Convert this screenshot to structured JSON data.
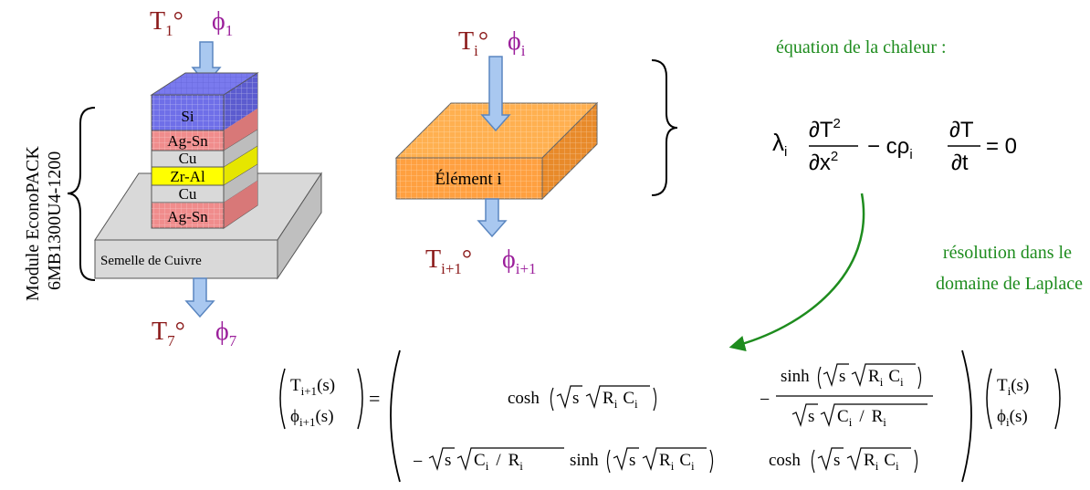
{
  "colors": {
    "temperature_label": "#8B1A1A",
    "flux_label": "#9B1F9B",
    "green_text": "#1E8C1E",
    "green_arrow": "#1E8C1E",
    "silicon": "#6F6FE8",
    "agsn": "#F08C8C",
    "copper_layer": "#D9D9D9",
    "zral": "#FFFF00",
    "baseplate": "#D9D9D9",
    "element": "#FFA040",
    "arrow_fill": "#A9C8F0",
    "arrow_stroke": "#5A86C0"
  },
  "stack": {
    "module_name_line1": "Module EconoPACK",
    "module_name_line2": "6MB1300U4-1200",
    "top_temperature": {
      "base": "T",
      "sub": "1",
      "suffix": "°"
    },
    "top_flux": {
      "base": "ϕ",
      "sub": "1"
    },
    "bottom_temperature": {
      "base": "T",
      "sub": "7",
      "suffix": "°"
    },
    "bottom_flux": {
      "base": "ϕ",
      "sub": "7"
    },
    "layers": [
      {
        "label": "Si",
        "material": "silicon"
      },
      {
        "label": "Ag-Sn",
        "material": "agsn"
      },
      {
        "label": "Cu",
        "material": "copper_layer"
      },
      {
        "label": "Zr-Al",
        "material": "zral"
      },
      {
        "label": "Cu",
        "material": "copper_layer"
      },
      {
        "label": "Ag-Sn",
        "material": "agsn"
      }
    ],
    "baseplate_label": "Semelle de Cuivre"
  },
  "element": {
    "label": "Élément i",
    "top_temperature": {
      "base": "T",
      "sub": "i",
      "suffix": "°"
    },
    "top_flux": {
      "base": "ϕ",
      "sub": "i"
    },
    "bottom_temperature": {
      "base": "T",
      "sub": "i+1",
      "suffix": "°"
    },
    "bottom_flux": {
      "base": "ϕ",
      "sub": "i+1"
    }
  },
  "heat_equation": {
    "title": "équation de la chaleur :",
    "lambda": "λ",
    "lambda_sub": "i",
    "num1": "∂T",
    "num1_exp": "2",
    "den1": "∂x",
    "den1_exp": "2",
    "minus_c_rho": "− cρ",
    "rho_sub": "i",
    "num2": "∂T",
    "den2": "∂t",
    "equals_zero": "= 0"
  },
  "laplace_note": {
    "line1": "résolution dans le",
    "line2": "domaine de Laplace"
  },
  "matrix_equation": {
    "lhs_top": {
      "base": "T",
      "sub": "i+1",
      "rest": "(s)"
    },
    "lhs_bottom": {
      "base": "ϕ",
      "sub": "i+1",
      "rest": "(s)"
    },
    "equals": "=",
    "m11": "cosh",
    "m12_num": "sinh",
    "m21_prefix": "−",
    "m21_func": "sinh",
    "m22": "cosh",
    "rhs_top": {
      "base": "T",
      "sub": "i",
      "rest": "(s)"
    },
    "rhs_bottom": {
      "base": "ϕ",
      "sub": "i",
      "rest": "(s)"
    },
    "s": "s",
    "R": "R",
    "C": "C",
    "idx": "i",
    "slash": "/"
  }
}
